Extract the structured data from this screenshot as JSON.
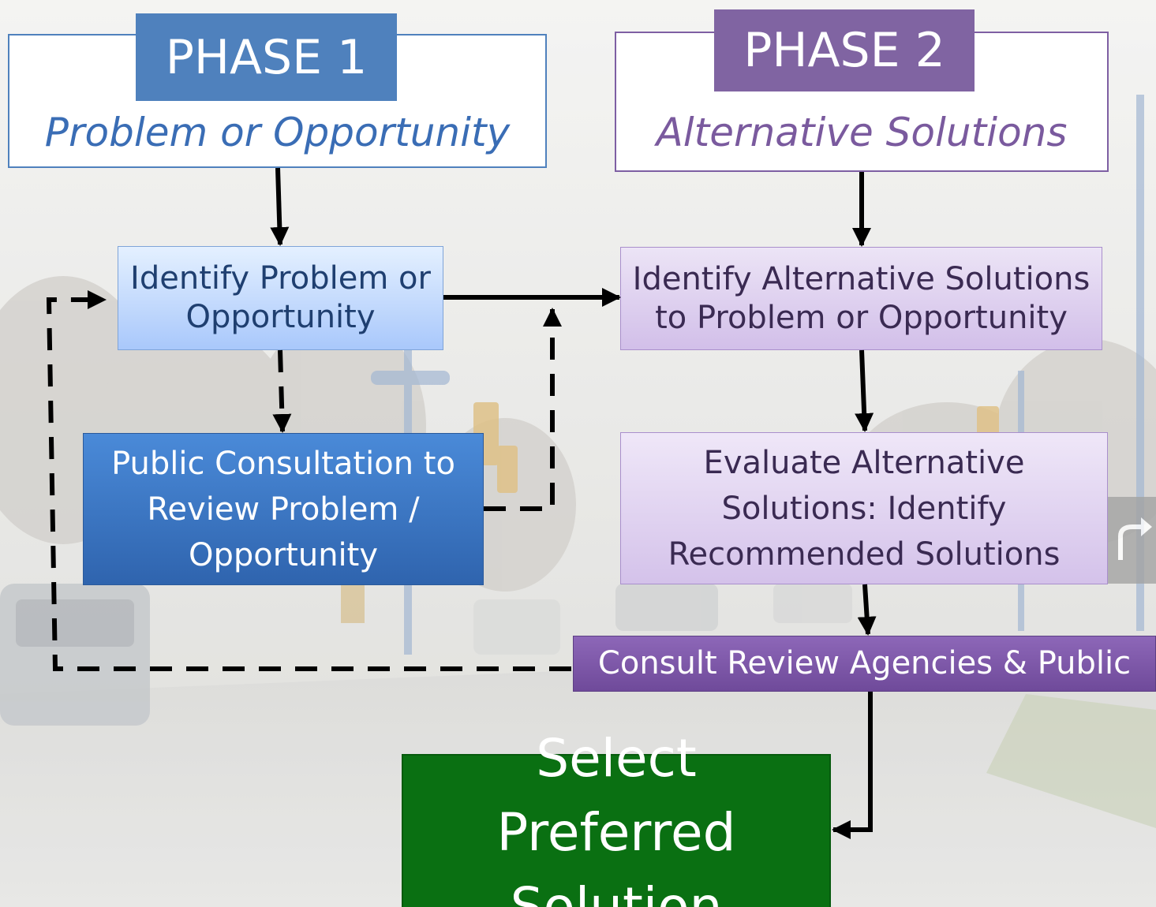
{
  "colors": {
    "phase1_accent": "#4f81bd",
    "phase2_accent": "#8064a2",
    "phase1_light_box": "#c5dbff",
    "phase1_dark_box": "#3d77c6",
    "phase2_light_box": "#e2d5f1",
    "phase2_dark_box": "#7d56a8",
    "final_box": "#0a7012",
    "arrow": "#000000"
  },
  "phase1": {
    "tab_label": "PHASE 1",
    "subtitle": "Problem or Opportunity",
    "identify_box": "Identify Problem or Opportunity",
    "consult_box": "Public Consultation to Review Problem / Opportunity"
  },
  "phase2": {
    "tab_label": "PHASE 2",
    "subtitle": "Alternative Solutions",
    "identify_box": "Identify Alternative Solutions to Problem or Opportunity",
    "evaluate_box": "Evaluate Alternative Solutions: Identify Recommended Solutions",
    "consult_box": "Consult Review Agencies & Public"
  },
  "final": {
    "label": "Select Preferred Solution"
  },
  "background": {
    "icons": [
      "street-scene-photo",
      "car-icon",
      "traffic-light-icon",
      "tree-icon",
      "street-lamp-icon",
      "turn-arrow-sign-icon"
    ]
  }
}
